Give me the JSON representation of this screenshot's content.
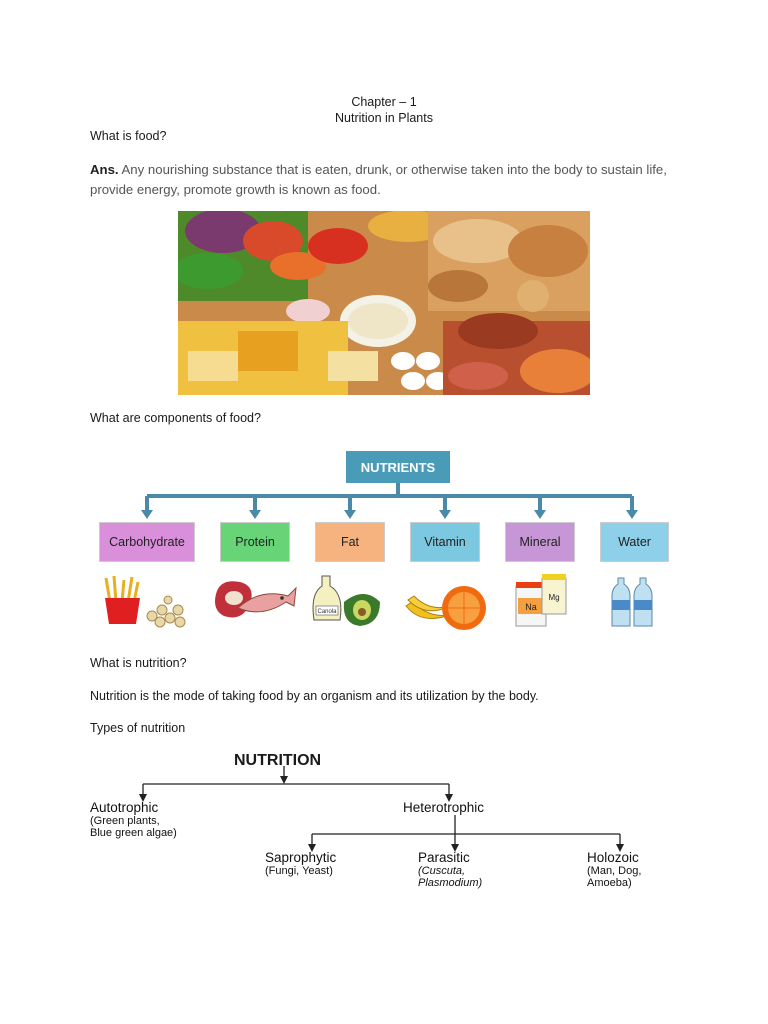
{
  "header": {
    "chapter": "Chapter – 1",
    "title": "Nutrition in Plants"
  },
  "q1": "What is food?",
  "ans_label": "Ans.",
  "ans_text_1": "Any nourishing substance that is eaten, drunk, or otherwise taken into the body to sustain life,",
  "ans_text_2": "provide energy, promote growth is known as food.",
  "q2": "What are components of food?",
  "nutrients": {
    "title": "NUTRIENTS",
    "items": [
      {
        "label": "Carbohydrate",
        "color": "#d98fd9",
        "icon": "fries-icon"
      },
      {
        "label": "Protein",
        "color": "#66d477",
        "icon": "meat-fish-icon"
      },
      {
        "label": "Fat",
        "color": "#f7b37f",
        "icon": "oil-avocado-icon"
      },
      {
        "label": "Vitamin",
        "color": "#7cc8e0",
        "icon": "fruit-icon"
      },
      {
        "label": "Mineral",
        "color": "#c796d6",
        "icon": "mineral-jar-icon"
      },
      {
        "label": "Water",
        "color": "#8ed0ea",
        "icon": "water-bottle-icon"
      }
    ],
    "canola_label": "Canola",
    "na_label": "Na",
    "mg_label": "Mg"
  },
  "q3": "What is nutrition?",
  "nutrition_def": "Nutrition is the mode of taking food by an organism and its utilization by the body.",
  "q4": "Types of nutrition",
  "nutrition_tree": {
    "root": "NUTRITION",
    "autotrophic": "Autotrophic",
    "autotrophic_sub1": "(Green plants,",
    "autotrophic_sub2": "Blue green algae)",
    "heterotrophic": "Heterotrophic",
    "saprophytic": "Saprophytic",
    "saprophytic_sub": "(Fungi, Yeast)",
    "parasitic": "Parasitic",
    "parasitic_sub1": "(Cuscuta,",
    "parasitic_sub2": "Plasmodium)",
    "holozoic": "Holozoic",
    "holozoic_sub1": "(Man, Dog,",
    "holozoic_sub2": "Amoeba)"
  }
}
